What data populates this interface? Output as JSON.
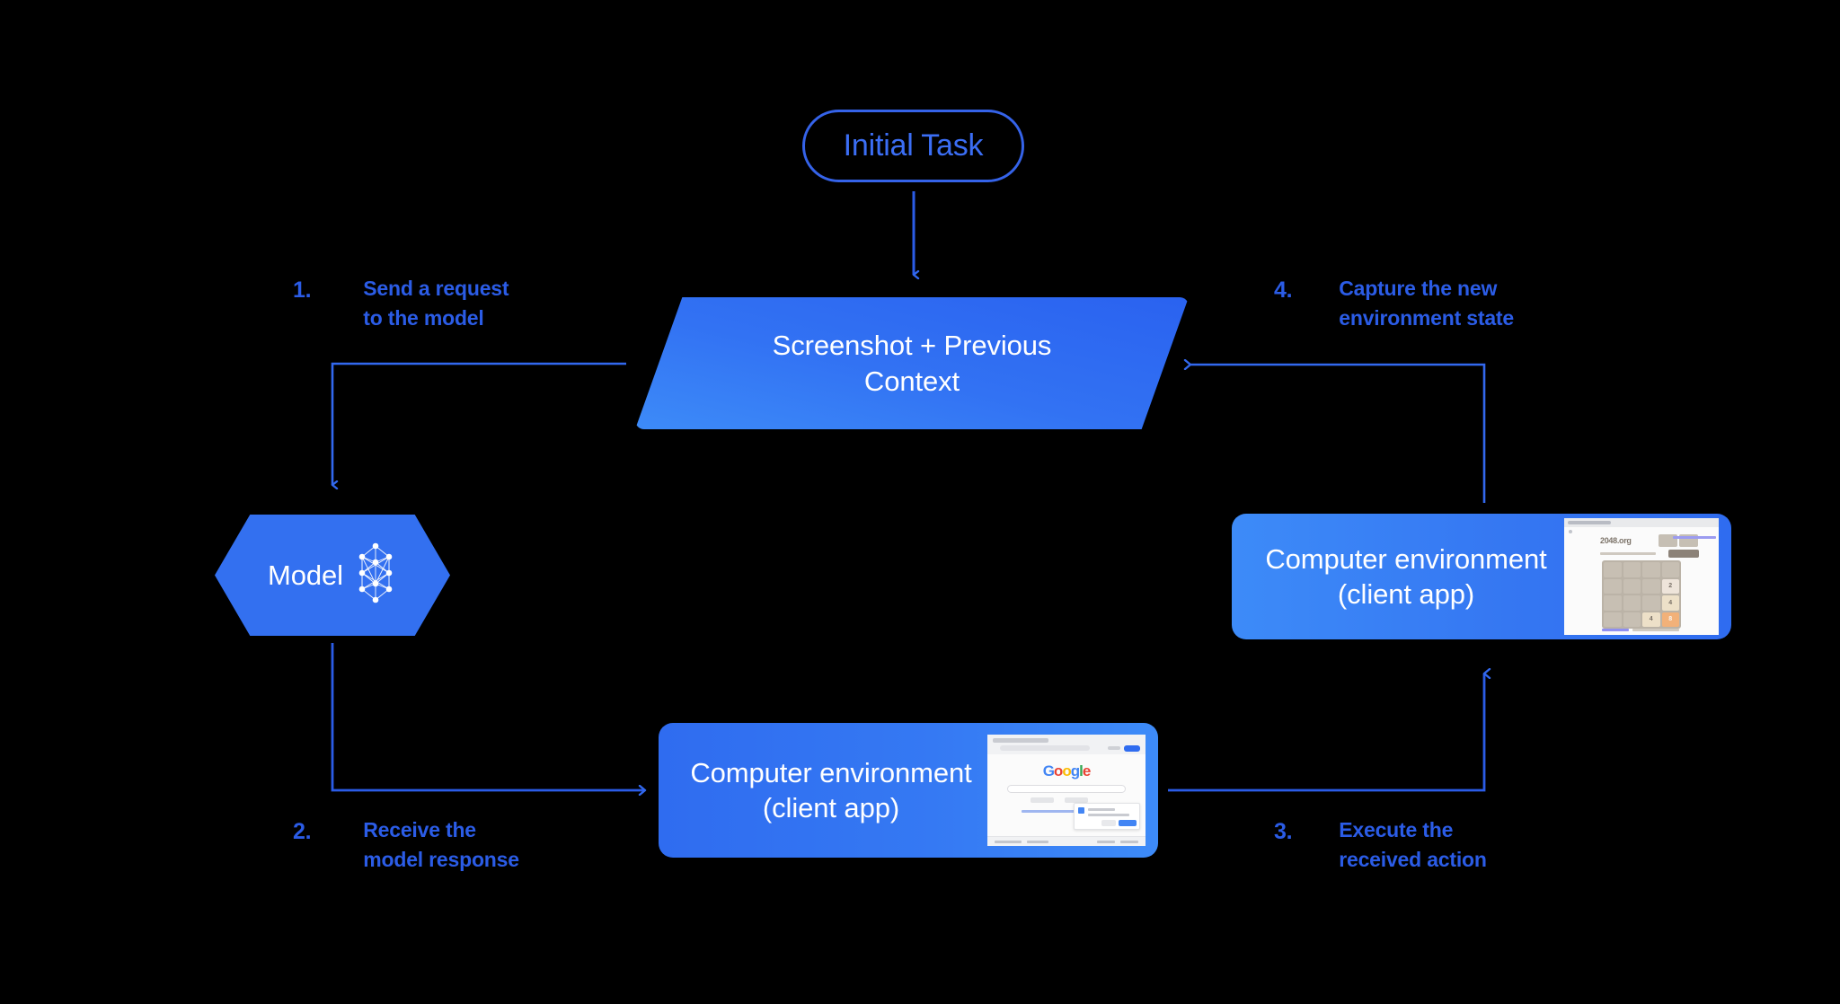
{
  "diagram": {
    "title": "Computer-use agent loop",
    "background_color": "#000000",
    "accent_color": "#2b5ce6",
    "node_blue": "#3370f0",
    "light_blue": "#3d8bf8"
  },
  "initial_task": {
    "label": "Initial Task",
    "border_color": "#3563e9",
    "text_color": "#3b6ef5"
  },
  "context_node": {
    "label": "Screenshot + Previous\nContext",
    "line1": "Screenshot + Previous",
    "line2": "Context",
    "shape": "parallelogram"
  },
  "model_node": {
    "label": "Model",
    "icon": "neural-network-icon",
    "shape": "hexagon"
  },
  "env_card_top": {
    "line1": "Computer environment",
    "line2": "(client app)",
    "thumbnail": "2048-game-screenshot"
  },
  "env_card_bottom": {
    "line1": "Computer environment",
    "line2": "(client app)",
    "thumbnail": "google-search-screenshot"
  },
  "thumb_2048": {
    "site_title": "2048.org",
    "tiles": [
      [
        "",
        "",
        "",
        ""
      ],
      [
        "",
        "",
        "",
        "2"
      ],
      [
        "",
        "",
        "",
        "4"
      ],
      [
        "",
        "",
        "4",
        "8"
      ]
    ],
    "tile_colors": {
      "2": "#eee4da",
      "4": "#ede0c8",
      "8": "#f2b179"
    }
  },
  "thumb_google": {
    "logo": "Google",
    "logo_letters": [
      "G",
      "o",
      "o",
      "g",
      "l",
      "e"
    ]
  },
  "steps": [
    {
      "number": "1.",
      "text": "Send a request\nto the model"
    },
    {
      "number": "2.",
      "text": "Receive the\nmodel response"
    },
    {
      "number": "3.",
      "text": "Execute the\nreceived action"
    },
    {
      "number": "4.",
      "text": "Capture the new\nenvironment state"
    }
  ]
}
